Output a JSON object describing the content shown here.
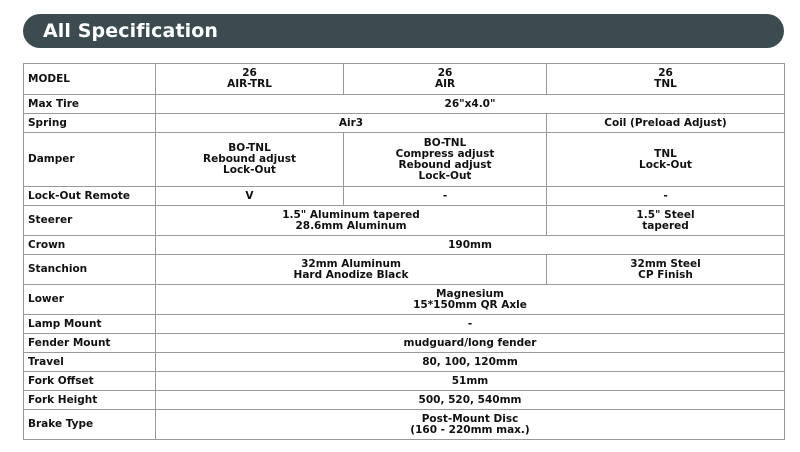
{
  "header": {
    "title": "All Specification"
  },
  "table": {
    "model_label": "MODEL",
    "models": [
      {
        "size": "26",
        "name": "AIR-TRL"
      },
      {
        "size": "26",
        "name": "AIR"
      },
      {
        "size": "26",
        "name": "TNL"
      }
    ],
    "rows": {
      "max_tire": {
        "label": "Max Tire",
        "value": "26\"x4.0\""
      },
      "spring": {
        "label": "Spring",
        "air": "Air3",
        "tnl": "Coil (Preload Adjust)"
      },
      "damper": {
        "label": "Damper",
        "air_trl": "BO-TNL\nRebound adjust\nLock-Out",
        "air": "BO-TNL\nCompress adjust\nRebound adjust\nLock-Out",
        "tnl": "TNL\nLock-Out"
      },
      "lockout_remote": {
        "label": "Lock-Out Remote",
        "air_trl": "V",
        "air": "-",
        "tnl": "-"
      },
      "steerer": {
        "label": "Steerer",
        "air": "1.5\" Aluminum tapered\n28.6mm Aluminum",
        "tnl": "1.5\" Steel\ntapered"
      },
      "crown": {
        "label": "Crown",
        "value": "190mm"
      },
      "stanchion": {
        "label": "Stanchion",
        "air": "32mm Aluminum\nHard Anodize Black",
        "tnl": "32mm Steel\nCP Finish"
      },
      "lower": {
        "label": "Lower",
        "value": "Magnesium\n15*150mm QR Axle"
      },
      "lamp_mount": {
        "label": "Lamp Mount",
        "value": "-"
      },
      "fender_mount": {
        "label": "Fender Mount",
        "value": "mudguard/long fender"
      },
      "travel": {
        "label": "Travel",
        "value": "80, 100, 120mm"
      },
      "fork_offset": {
        "label": "Fork Offset",
        "value": "51mm"
      },
      "fork_height": {
        "label": "Fork Height",
        "value": "500, 520, 540mm"
      },
      "brake_type": {
        "label": "Brake Type",
        "value": "Post-Mount Disc\n(160 - 220mm max.)"
      }
    }
  },
  "colors": {
    "header_bg": "#3b4b4f",
    "header_text": "#ffffff",
    "border": "#9a9a9a"
  }
}
